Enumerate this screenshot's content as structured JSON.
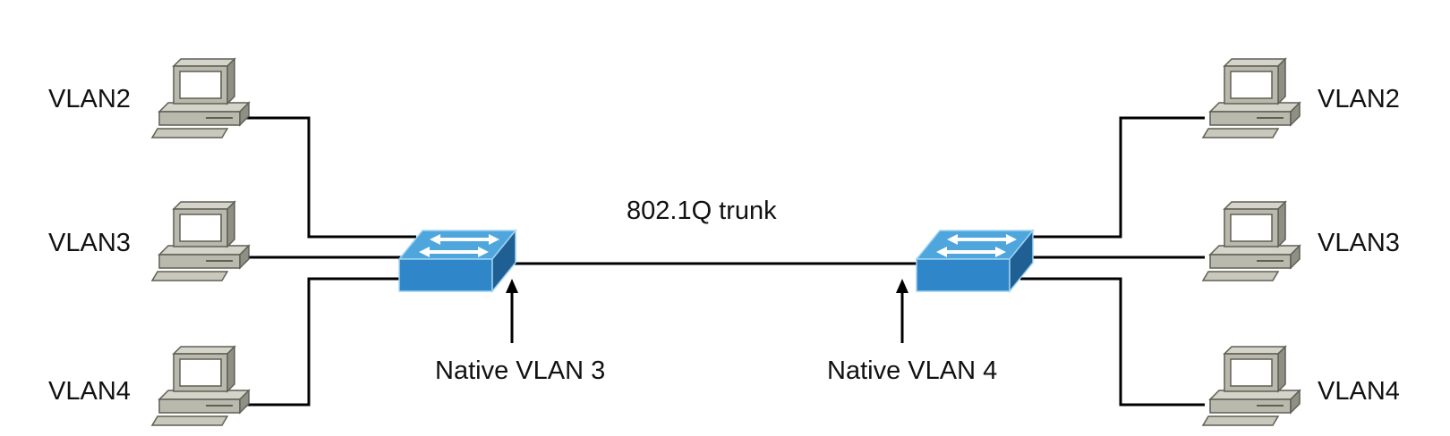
{
  "diagram": {
    "trunk_label": "802.1Q trunk",
    "left_switch": {
      "native_label": "Native VLAN  3"
    },
    "right_switch": {
      "native_label": "Native VLAN  4"
    },
    "left_hosts": [
      {
        "label": "VLAN2"
      },
      {
        "label": "VLAN3"
      },
      {
        "label": "VLAN4"
      }
    ],
    "right_hosts": [
      {
        "label": "VLAN2"
      },
      {
        "label": "VLAN3"
      },
      {
        "label": "VLAN4"
      }
    ]
  },
  "colors": {
    "switch_top": "#4ea6dc",
    "switch_front": "#2f86c9",
    "switch_side": "#1f5f93",
    "pc_body": "#b9b9ad",
    "pc_dark": "#5f5f55",
    "cable": "#000000"
  },
  "icons": [
    "workstation-icon",
    "switch-icon",
    "arrow-up-icon"
  ]
}
